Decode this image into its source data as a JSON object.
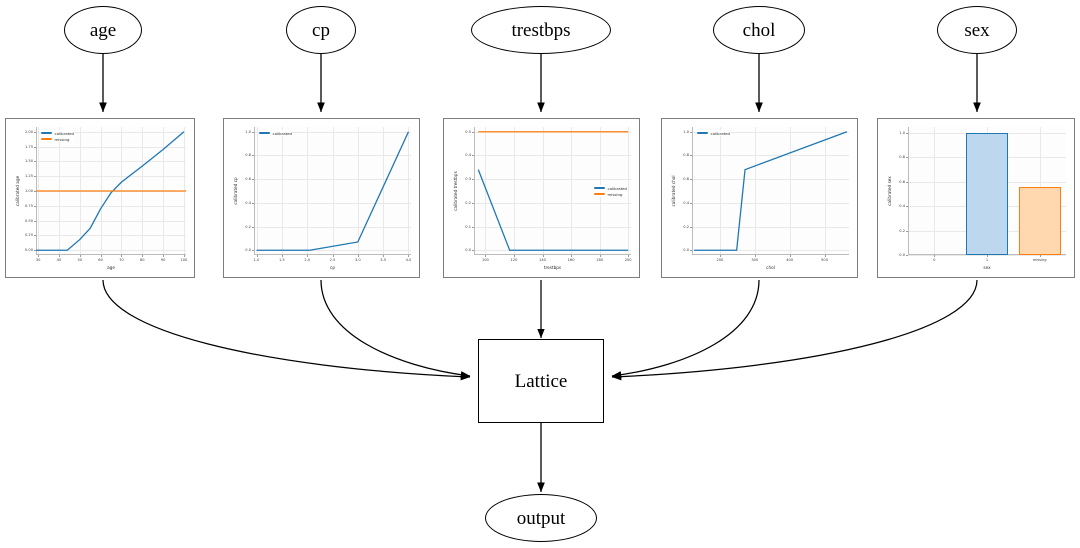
{
  "graph": {
    "input_nodes": [
      {
        "id": "age",
        "label": "age"
      },
      {
        "id": "cp",
        "label": "cp"
      },
      {
        "id": "trestbps",
        "label": "trestbps"
      },
      {
        "id": "chol",
        "label": "chol"
      },
      {
        "id": "sex",
        "label": "sex"
      }
    ],
    "lattice_node": {
      "id": "lattice",
      "label": "Lattice"
    },
    "output_node": {
      "id": "output",
      "label": "output"
    }
  },
  "colors": {
    "calibrated": "#1f77b4",
    "missing": "#ff7f0e",
    "bar_blue_face": "#bdd7ee",
    "bar_blue_edge": "#1f77b4",
    "bar_orange_face": "#ffd8b0",
    "bar_orange_edge": "#ff7f0e",
    "panel_border": "#7d7d7d",
    "grid": "#e9e9e9"
  },
  "chart_data": [
    {
      "id": "age",
      "type": "line",
      "title": "",
      "xlabel": "age",
      "ylabel": "calibrated age",
      "xlim": [
        29,
        101
      ],
      "ylim": [
        -0.08,
        2.08
      ],
      "xticks": [
        30,
        40,
        50,
        60,
        70,
        80,
        90,
        100
      ],
      "yticks": [
        0.0,
        0.25,
        0.5,
        0.75,
        1.0,
        1.25,
        1.5,
        1.75,
        2.0
      ],
      "ytick_labels": [
        "0.00",
        "0.25",
        "0.50",
        "0.75",
        "1.00",
        "1.25",
        "1.50",
        "1.75",
        "2.00"
      ],
      "grid": true,
      "legend": [
        "calibrated",
        "missing"
      ],
      "legend_position": "upper left",
      "series": [
        {
          "name": "calibrated",
          "color": "#1f77b4",
          "x": [
            29,
            44,
            50,
            55,
            60,
            65,
            70,
            80,
            90,
            100
          ],
          "y": [
            0.0,
            0.0,
            0.18,
            0.37,
            0.7,
            0.97,
            1.15,
            1.42,
            1.7,
            2.0
          ]
        },
        {
          "name": "missing",
          "color": "#ff7f0e",
          "x": [
            29,
            101
          ],
          "y": [
            1.0,
            1.0
          ]
        }
      ]
    },
    {
      "id": "cp",
      "type": "line",
      "title": "",
      "xlabel": "cp",
      "ylabel": "calibrated cp",
      "xlim": [
        0.95,
        4.05
      ],
      "ylim": [
        -0.04,
        1.04
      ],
      "xticks": [
        1.0,
        1.5,
        2.0,
        2.5,
        3.0,
        3.5,
        4.0
      ],
      "xtick_labels": [
        "1.0",
        "1.5",
        "2.0",
        "2.5",
        "3.0",
        "3.5",
        "4.0"
      ],
      "yticks": [
        0.0,
        0.2,
        0.4,
        0.6,
        0.8,
        1.0
      ],
      "ytick_labels": [
        "0.0",
        "0.2",
        "0.4",
        "0.6",
        "0.8",
        "1.0"
      ],
      "grid": true,
      "legend": [
        "calibrated"
      ],
      "legend_position": "upper left",
      "series": [
        {
          "name": "calibrated",
          "color": "#1f77b4",
          "x": [
            1.0,
            2.05,
            3.0,
            4.0
          ],
          "y": [
            0.0,
            0.0,
            0.07,
            1.0
          ]
        }
      ]
    },
    {
      "id": "trestbps",
      "type": "line",
      "title": "",
      "xlabel": "trestbps",
      "ylabel": "calibrated trestbps",
      "xlim": [
        92,
        202
      ],
      "ylim": [
        -0.02,
        0.52
      ],
      "xticks": [
        100,
        120,
        140,
        160,
        180,
        200
      ],
      "yticks": [
        0.0,
        0.1,
        0.2,
        0.3,
        0.4,
        0.5
      ],
      "ytick_labels": [
        "0.0",
        "0.1",
        "0.2",
        "0.3",
        "0.4",
        "0.5"
      ],
      "grid": true,
      "legend": [
        "calibrated",
        "missing"
      ],
      "legend_position": "center right",
      "series": [
        {
          "name": "calibrated",
          "color": "#1f77b4",
          "x": [
            95,
            117,
            200
          ],
          "y": [
            0.34,
            0.0,
            0.0
          ]
        },
        {
          "name": "missing",
          "color": "#ff7f0e",
          "x": [
            95,
            200
          ],
          "y": [
            0.5,
            0.5
          ]
        }
      ]
    },
    {
      "id": "chol",
      "type": "line",
      "title": "",
      "xlabel": "chol",
      "ylabel": "calibrated chol",
      "xlim": [
        120,
        570
      ],
      "ylim": [
        -0.04,
        1.04
      ],
      "xticks": [
        200,
        300,
        400,
        500
      ],
      "yticks": [
        0.0,
        0.2,
        0.4,
        0.6,
        0.8,
        1.0
      ],
      "ytick_labels": [
        "0.0",
        "0.2",
        "0.4",
        "0.6",
        "0.8",
        "1.0"
      ],
      "grid": true,
      "legend": [
        "calibrated"
      ],
      "legend_position": "upper left",
      "series": [
        {
          "name": "calibrated",
          "color": "#1f77b4",
          "x": [
            126,
            248,
            272,
            564
          ],
          "y": [
            0.0,
            0.0,
            0.68,
            1.0
          ]
        }
      ]
    },
    {
      "id": "sex",
      "type": "bar",
      "title": "",
      "xlabel": "sex",
      "ylabel": "calibrated sex",
      "categories": [
        "0",
        "1",
        "missing"
      ],
      "values": [
        0.0,
        1.0,
        0.56
      ],
      "bar_colors": [
        "#bdd7ee",
        "#bdd7ee",
        "#ffd8b0"
      ],
      "bar_edge_colors": [
        "#1f77b4",
        "#1f77b4",
        "#ff7f0e"
      ],
      "ylim": [
        0.0,
        1.05
      ],
      "yticks": [
        0.0,
        0.2,
        0.4,
        0.6,
        0.8,
        1.0
      ],
      "ytick_labels": [
        "0.0",
        "0.2",
        "0.4",
        "0.6",
        "0.8",
        "1.0"
      ],
      "grid": true,
      "legend": [],
      "legend_position": "none"
    }
  ]
}
